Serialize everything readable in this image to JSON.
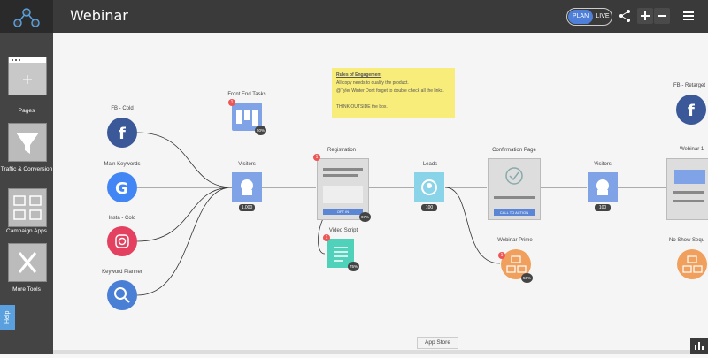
{
  "header": {
    "title": "Webinar",
    "toggle": {
      "plan": "PLAN",
      "live": "LIVE"
    }
  },
  "sidebar": {
    "items": [
      {
        "label": "Pages",
        "icon": "plus-icon"
      },
      {
        "label": "Traffic & Conversion",
        "icon": "funnel-icon"
      },
      {
        "label": "Campaign Apps",
        "icon": "apps-icon"
      },
      {
        "label": "More Tools",
        "icon": "tools-icon"
      }
    ],
    "help": "Help"
  },
  "note": {
    "title": "Rules of Engagement",
    "line1": "All copy needs to qualify the product.",
    "line2": "@Tyler Winter Dont forget to double check all the links.",
    "line3": "THINK OUTSIDE the box."
  },
  "nodes": {
    "fb_cold": {
      "label": "FB - Cold"
    },
    "main_keywords": {
      "label": "Main Keywords"
    },
    "insta_cold": {
      "label": "Insta - Cold"
    },
    "keyword_planner": {
      "label": "Keyword Planner"
    },
    "front_end_tasks": {
      "label": "Front End Tasks",
      "badge": "50%",
      "count": "1"
    },
    "visitors1": {
      "label": "Visitors",
      "badge": "1,000"
    },
    "registration": {
      "label": "Registration",
      "badge": "67%",
      "count": "1",
      "button": "OPT IN"
    },
    "video_script": {
      "label": "Video Script",
      "badge": "75%",
      "count": "1"
    },
    "leads": {
      "label": "Leads",
      "badge": "100"
    },
    "confirmation": {
      "label": "Confirmation Page",
      "button": "CALL TO ACTION"
    },
    "webinar_prime": {
      "label": "Webinar Prime",
      "badge": "50%",
      "count": "1"
    },
    "visitors2": {
      "label": "Visitors",
      "badge": "100"
    },
    "fb_retarget": {
      "label": "FB - Retarget"
    },
    "webinar1": {
      "label": "Webinar 1"
    },
    "no_show": {
      "label": "No Show Sequ"
    }
  },
  "footer": {
    "app_store": "App Store"
  },
  "colors": {
    "facebook": "#3b5998",
    "google": "#4285f4",
    "instagram": "#e4405f",
    "planner": "#4a7fd6",
    "page_node": "#7fa3e6",
    "leads": "#8ad4e9",
    "webinar": "#f0a05c",
    "video": "#4fd2b9"
  }
}
